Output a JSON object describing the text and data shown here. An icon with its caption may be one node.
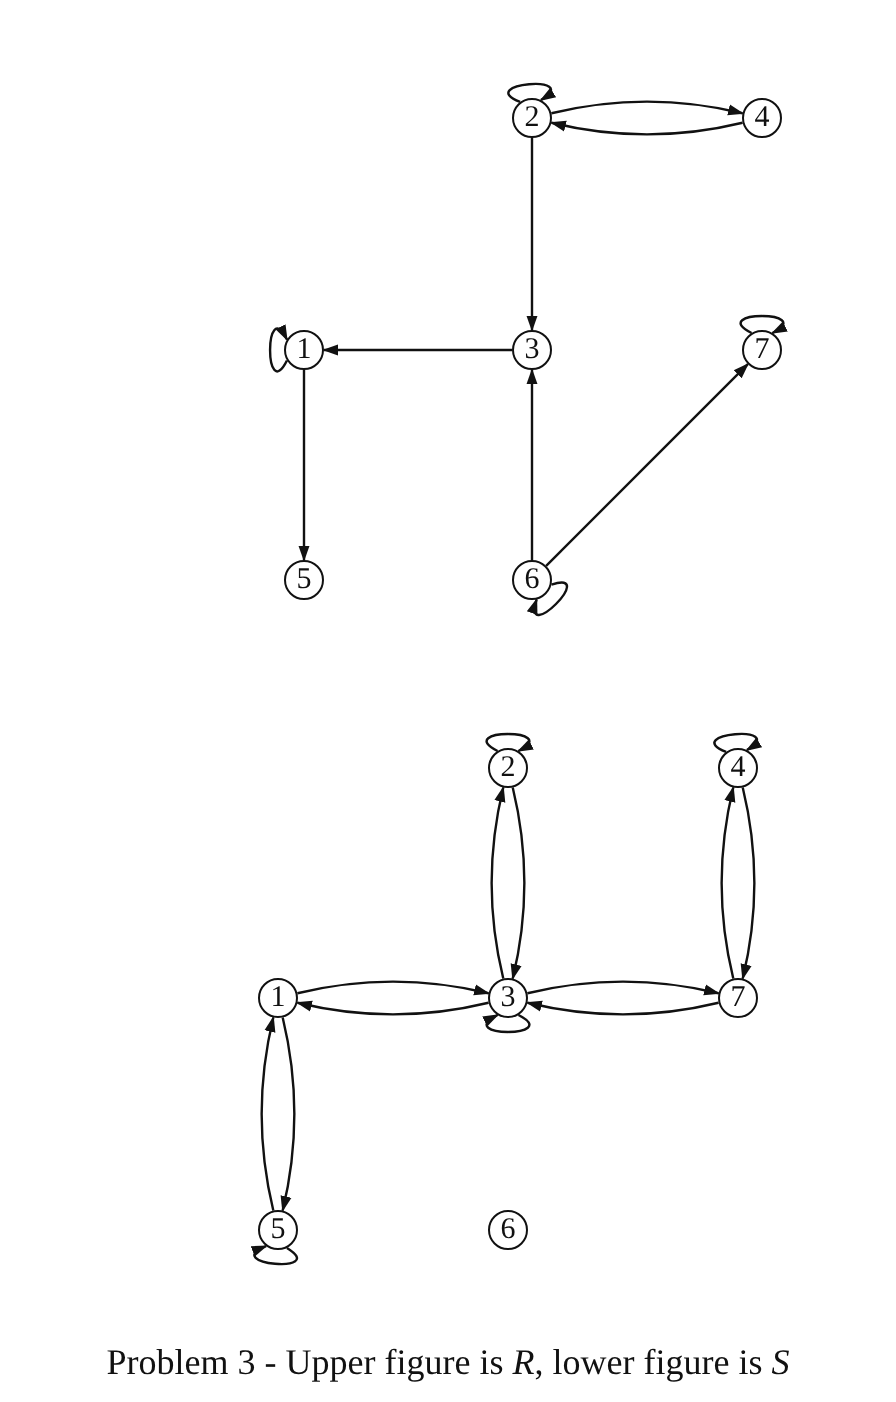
{
  "diagram": {
    "caption": "Problem 3 - Upper figure is *R*, lower figure is *S*",
    "nodes": [
      {
        "text": [
          "2"
        ]
      },
      {
        "text": [
          "4"
        ]
      },
      {
        "text": [
          "1"
        ]
      },
      {
        "text": [
          "3"
        ]
      },
      {
        "text": [
          "7"
        ]
      },
      {
        "text": [
          "5"
        ]
      },
      {
        "text": [
          "6"
        ]
      },
      {
        "text": [
          "2"
        ]
      },
      {
        "text": [
          "4"
        ]
      },
      {
        "text": [
          "1"
        ]
      },
      {
        "text": [
          "3"
        ]
      },
      {
        "text": [
          "7"
        ]
      },
      {
        "text": [
          "5"
        ]
      },
      {
        "text": [
          "6"
        ]
      }
    ],
    "edges": [
      {
        "from": 0,
        "to": 0,
        "arrow": "to"
      },
      {
        "from": 0,
        "to": 1,
        "arrow": "to"
      },
      {
        "from": 1,
        "to": 0,
        "arrow": "to"
      },
      {
        "from": 0,
        "to": 3,
        "arrow": "to"
      },
      {
        "from": 3,
        "to": 2,
        "arrow": "to"
      },
      {
        "from": 2,
        "to": 2,
        "arrow": "to"
      },
      {
        "from": 2,
        "to": 5,
        "arrow": "to"
      },
      {
        "from": 6,
        "to": 3,
        "arrow": "to"
      },
      {
        "from": 6,
        "to": 4,
        "arrow": "to"
      },
      {
        "from": 6,
        "to": 6,
        "arrow": "to"
      },
      {
        "from": 4,
        "to": 4,
        "arrow": "to"
      },
      {
        "from": 7,
        "to": 7,
        "arrow": "to"
      },
      {
        "from": 8,
        "to": 8,
        "arrow": "to"
      },
      {
        "from": 7,
        "to": 10,
        "arrow": "to"
      },
      {
        "from": 10,
        "to": 7,
        "arrow": "to"
      },
      {
        "from": 8,
        "to": 11,
        "arrow": "to"
      },
      {
        "from": 11,
        "to": 8,
        "arrow": "to"
      },
      {
        "from": 9,
        "to": 10,
        "arrow": "to"
      },
      {
        "from": 10,
        "to": 9,
        "arrow": "to"
      },
      {
        "from": 10,
        "to": 11,
        "arrow": "to"
      },
      {
        "from": 11,
        "to": 10,
        "arrow": "to"
      },
      {
        "from": 10,
        "to": 10,
        "arrow": "to"
      },
      {
        "from": 9,
        "to": 12,
        "arrow": "to"
      },
      {
        "from": 12,
        "to": 9,
        "arrow": "to"
      },
      {
        "from": 12,
        "to": 12,
        "arrow": "to"
      }
    ]
  }
}
